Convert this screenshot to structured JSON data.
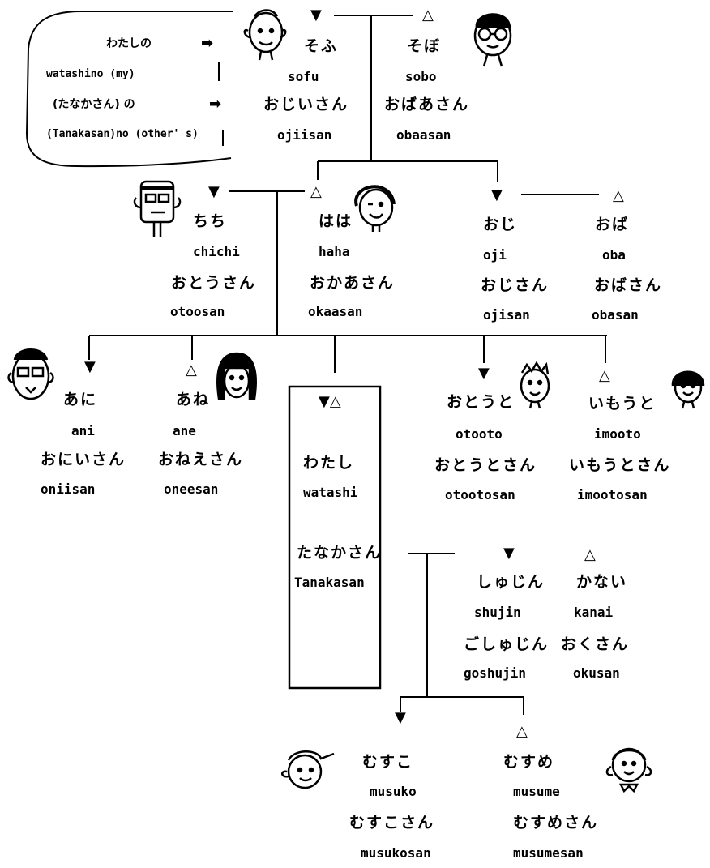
{
  "legend": {
    "my_kana": "わたしの",
    "my_romaji": "watashino (my)",
    "others_kana": "(たなかさん) の",
    "others_romaji": "(Tanakasan)no (other' s)",
    "arrow": "➡"
  },
  "symbols": {
    "male": "▼",
    "female": "△",
    "self": "▼△"
  },
  "members": {
    "sofu": {
      "kana": "そふ",
      "romaji": "sofu",
      "polite_kana": "おじいさん",
      "polite_romaji": "ojiisan"
    },
    "sobo": {
      "kana": "そぼ",
      "romaji": "sobo",
      "polite_kana": "おばあさん",
      "polite_romaji": "obaasan"
    },
    "chichi": {
      "kana": "ちち",
      "romaji": "chichi",
      "polite_kana": "おとうさん",
      "polite_romaji": "otoosan"
    },
    "haha": {
      "kana": "はは",
      "romaji": "haha",
      "polite_kana": "おかあさん",
      "polite_romaji": "okaasan"
    },
    "oji": {
      "kana": "おじ",
      "romaji": "oji",
      "polite_kana": "おじさん",
      "polite_romaji": "ojisan"
    },
    "oba": {
      "kana": "おば",
      "romaji": "oba",
      "polite_kana": "おばさん",
      "polite_romaji": "obasan"
    },
    "ani": {
      "kana": "あに",
      "romaji": "ani",
      "polite_kana": "おにいさん",
      "polite_romaji": "oniisan"
    },
    "ane": {
      "kana": "あね",
      "romaji": "ane",
      "polite_kana": "おねえさん",
      "polite_romaji": "oneesan"
    },
    "otooto": {
      "kana": "おとうと",
      "romaji": "otooto",
      "polite_kana": "おとうとさん",
      "polite_romaji": "otootosan"
    },
    "imooto": {
      "kana": "いもうと",
      "romaji": "imooto",
      "polite_kana": "いもうとさん",
      "polite_romaji": "imootosan"
    },
    "shujin": {
      "kana": "しゅじん",
      "romaji": "shujin",
      "polite_kana": "ごしゅじん",
      "polite_romaji": "goshujin"
    },
    "kanai": {
      "kana": "かない",
      "romaji": "kanai",
      "polite_kana": "おくさん",
      "polite_romaji": "okusan"
    },
    "musuko": {
      "kana": "むすこ",
      "romaji": "musuko",
      "polite_kana": "むすこさん",
      "polite_romaji": "musukosan"
    },
    "musume": {
      "kana": "むすめ",
      "romaji": "musume",
      "polite_kana": "むすめさん",
      "polite_romaji": "musumesan"
    }
  },
  "self": {
    "kana": "わたし",
    "romaji": "watashi",
    "other_kana": "たなかさん",
    "other_romaji": "Tanakasan"
  }
}
